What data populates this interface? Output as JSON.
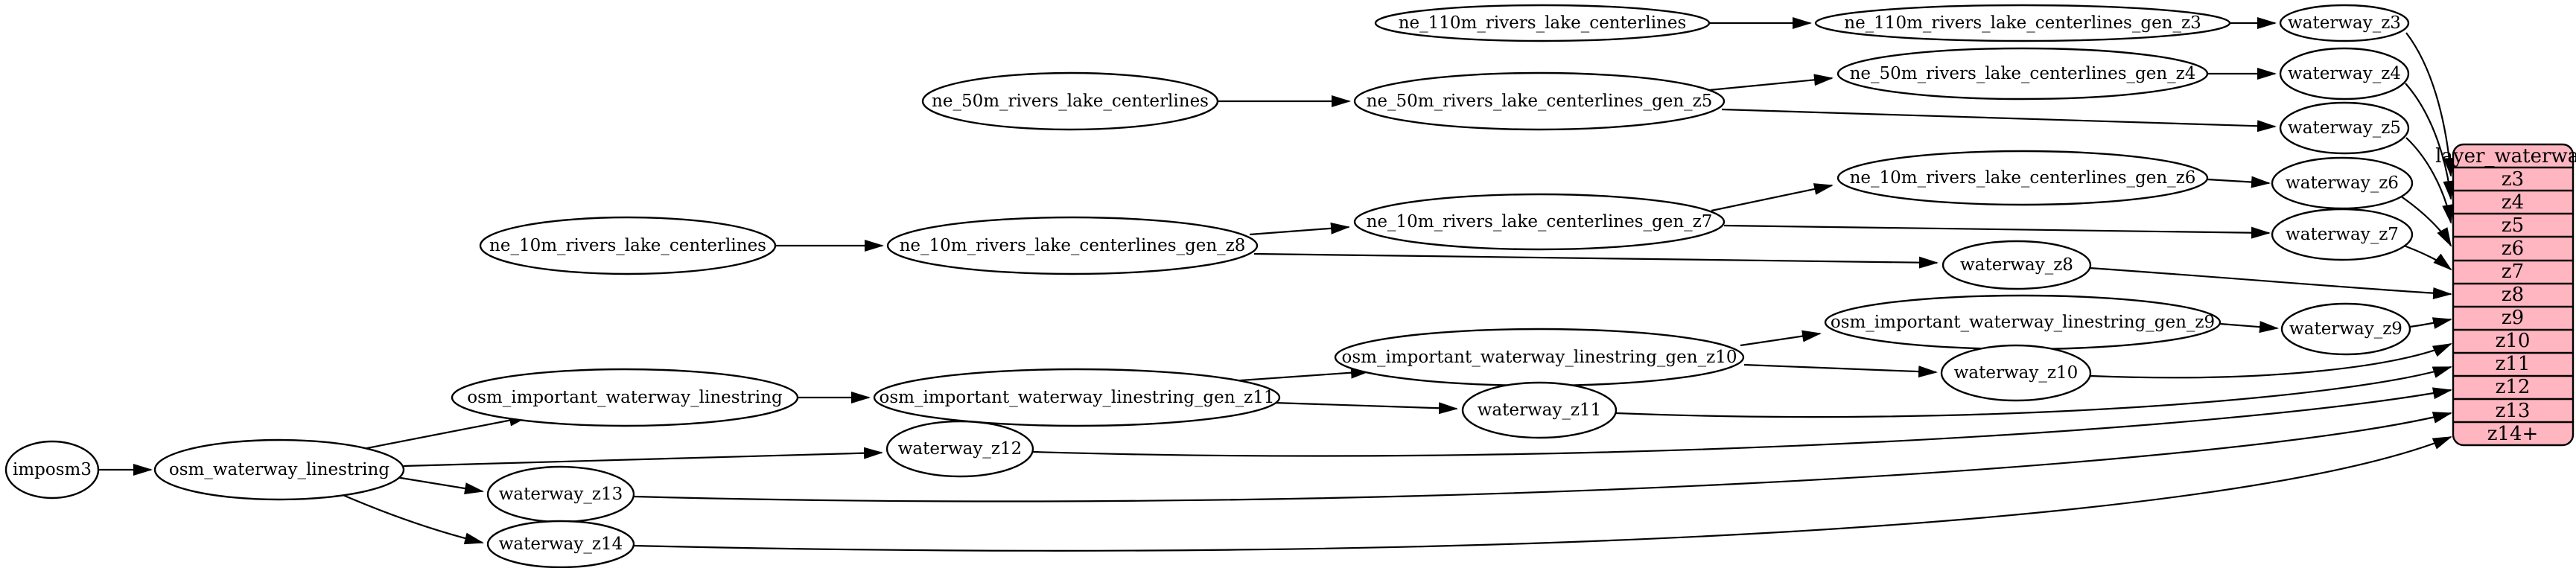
{
  "diagram_type": "etl-flow-graph",
  "colors": {
    "background": "#ffffff",
    "node_fill": "#ffffff",
    "node_stroke": "#000000",
    "edge_color": "#000000",
    "record_fill": "#ffb6c1",
    "record_stroke": "#000000"
  },
  "nodes": {
    "imposm3": "imposm3",
    "osm_waterway_linestring": "osm_waterway_linestring",
    "osm_important_waterway_linestring": "osm_important_waterway_linestring",
    "osm_important_waterway_linestring_gen_z11": "osm_important_waterway_linestring_gen_z11",
    "osm_important_waterway_linestring_gen_z10": "osm_important_waterway_linestring_gen_z10",
    "osm_important_waterway_linestring_gen_z9": "osm_important_waterway_linestring_gen_z9",
    "ne_110m_rivers_lake_centerlines": "ne_110m_rivers_lake_centerlines",
    "ne_110m_rivers_lake_centerlines_gen_z3": "ne_110m_rivers_lake_centerlines_gen_z3",
    "ne_50m_rivers_lake_centerlines": "ne_50m_rivers_lake_centerlines",
    "ne_50m_rivers_lake_centerlines_gen_z5": "ne_50m_rivers_lake_centerlines_gen_z5",
    "ne_50m_rivers_lake_centerlines_gen_z4": "ne_50m_rivers_lake_centerlines_gen_z4",
    "ne_10m_rivers_lake_centerlines": "ne_10m_rivers_lake_centerlines",
    "ne_10m_rivers_lake_centerlines_gen_z8": "ne_10m_rivers_lake_centerlines_gen_z8",
    "ne_10m_rivers_lake_centerlines_gen_z7": "ne_10m_rivers_lake_centerlines_gen_z7",
    "ne_10m_rivers_lake_centerlines_gen_z6": "ne_10m_rivers_lake_centerlines_gen_z6",
    "waterway_z3": "waterway_z3",
    "waterway_z4": "waterway_z4",
    "waterway_z5": "waterway_z5",
    "waterway_z6": "waterway_z6",
    "waterway_z7": "waterway_z7",
    "waterway_z8": "waterway_z8",
    "waterway_z9": "waterway_z9",
    "waterway_z10": "waterway_z10",
    "waterway_z11": "waterway_z11",
    "waterway_z12": "waterway_z12",
    "waterway_z13": "waterway_z13",
    "waterway_z14": "waterway_z14"
  },
  "record": {
    "title": "layer_waterway",
    "rows": [
      "z3",
      "z4",
      "z5",
      "z6",
      "z7",
      "z8",
      "z9",
      "z10",
      "z11",
      "z12",
      "z13",
      "z14+"
    ]
  },
  "edges": [
    {
      "from": "imposm3",
      "to": "osm_waterway_linestring"
    },
    {
      "from": "osm_waterway_linestring",
      "to": "osm_important_waterway_linestring"
    },
    {
      "from": "osm_waterway_linestring",
      "to": "waterway_z12"
    },
    {
      "from": "osm_waterway_linestring",
      "to": "waterway_z13"
    },
    {
      "from": "osm_waterway_linestring",
      "to": "waterway_z14"
    },
    {
      "from": "osm_important_waterway_linestring",
      "to": "osm_important_waterway_linestring_gen_z11"
    },
    {
      "from": "osm_important_waterway_linestring_gen_z11",
      "to": "osm_important_waterway_linestring_gen_z10"
    },
    {
      "from": "osm_important_waterway_linestring_gen_z11",
      "to": "waterway_z11"
    },
    {
      "from": "osm_important_waterway_linestring_gen_z10",
      "to": "osm_important_waterway_linestring_gen_z9"
    },
    {
      "from": "osm_important_waterway_linestring_gen_z10",
      "to": "waterway_z10"
    },
    {
      "from": "osm_important_waterway_linestring_gen_z9",
      "to": "waterway_z9"
    },
    {
      "from": "ne_110m_rivers_lake_centerlines",
      "to": "ne_110m_rivers_lake_centerlines_gen_z3"
    },
    {
      "from": "ne_110m_rivers_lake_centerlines_gen_z3",
      "to": "waterway_z3"
    },
    {
      "from": "ne_50m_rivers_lake_centerlines",
      "to": "ne_50m_rivers_lake_centerlines_gen_z5"
    },
    {
      "from": "ne_50m_rivers_lake_centerlines_gen_z5",
      "to": "ne_50m_rivers_lake_centerlines_gen_z4"
    },
    {
      "from": "ne_50m_rivers_lake_centerlines_gen_z5",
      "to": "waterway_z5"
    },
    {
      "from": "ne_50m_rivers_lake_centerlines_gen_z4",
      "to": "waterway_z4"
    },
    {
      "from": "ne_10m_rivers_lake_centerlines",
      "to": "ne_10m_rivers_lake_centerlines_gen_z8"
    },
    {
      "from": "ne_10m_rivers_lake_centerlines_gen_z8",
      "to": "ne_10m_rivers_lake_centerlines_gen_z7"
    },
    {
      "from": "ne_10m_rivers_lake_centerlines_gen_z8",
      "to": "waterway_z8"
    },
    {
      "from": "ne_10m_rivers_lake_centerlines_gen_z7",
      "to": "ne_10m_rivers_lake_centerlines_gen_z6"
    },
    {
      "from": "ne_10m_rivers_lake_centerlines_gen_z7",
      "to": "waterway_z7"
    },
    {
      "from": "ne_10m_rivers_lake_centerlines_gen_z6",
      "to": "waterway_z6"
    },
    {
      "from": "waterway_z3",
      "to": "layer_waterway.z3"
    },
    {
      "from": "waterway_z4",
      "to": "layer_waterway.z4"
    },
    {
      "from": "waterway_z5",
      "to": "layer_waterway.z5"
    },
    {
      "from": "waterway_z6",
      "to": "layer_waterway.z6"
    },
    {
      "from": "waterway_z7",
      "to": "layer_waterway.z7"
    },
    {
      "from": "waterway_z8",
      "to": "layer_waterway.z8"
    },
    {
      "from": "waterway_z9",
      "to": "layer_waterway.z9"
    },
    {
      "from": "waterway_z10",
      "to": "layer_waterway.z10"
    },
    {
      "from": "waterway_z11",
      "to": "layer_waterway.z11"
    },
    {
      "from": "waterway_z12",
      "to": "layer_waterway.z12"
    },
    {
      "from": "waterway_z13",
      "to": "layer_waterway.z13"
    },
    {
      "from": "waterway_z14",
      "to": "layer_waterway.z14+"
    }
  ]
}
